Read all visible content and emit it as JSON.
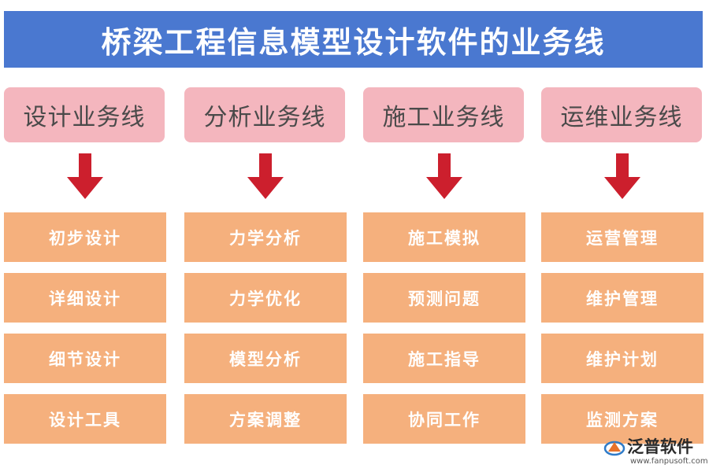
{
  "title": "桥梁工程信息模型设计软件的业务线",
  "colors": {
    "title_bg": "#4a78d0",
    "header_bg": "#f4b6be",
    "item_bg": "#f5b07d",
    "arrow": "#cc1f2d"
  },
  "columns": [
    {
      "header": "设计业务线",
      "items": [
        "初步设计",
        "详细设计",
        "细节设计",
        "设计工具"
      ]
    },
    {
      "header": "分析业务线",
      "items": [
        "力学分析",
        "力学优化",
        "模型分析",
        "方案调整"
      ]
    },
    {
      "header": "施工业务线",
      "items": [
        "施工模拟",
        "预测问题",
        "施工指导",
        "协同工作"
      ]
    },
    {
      "header": "运维业务线",
      "items": [
        "运营管理",
        "维护管理",
        "维护计划",
        "监测方案"
      ]
    }
  ],
  "logo": {
    "icon": "fanpu-logo-icon",
    "text": "泛普软件",
    "url": "www.fanpusoft.com"
  }
}
